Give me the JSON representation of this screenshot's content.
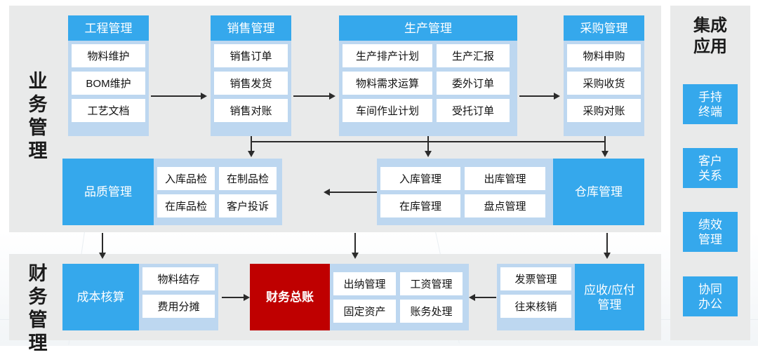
{
  "diagram": {
    "title_hidden": "",
    "colors": {
      "primary_blue": "#35a8ec",
      "frame_blue": "#bdd7f0",
      "panel_gray": "#e9eaea",
      "accent_red": "#bf0000",
      "cell_white": "#ffffff",
      "text_dark": "#1b1b1b"
    }
  },
  "sections": {
    "business": {
      "label_chars": [
        "业",
        "务",
        "管",
        "理"
      ],
      "label": "业务管理"
    },
    "finance": {
      "label_chars": [
        "财",
        "务",
        "管",
        "理"
      ],
      "label": "财务管理"
    }
  },
  "modules": {
    "engineering": {
      "title": "工程管理",
      "items": [
        "物料维护",
        "BOM维护",
        "工艺文档"
      ]
    },
    "sales": {
      "title": "销售管理",
      "items": [
        "销售订单",
        "销售发货",
        "销售对账"
      ]
    },
    "production": {
      "title": "生产管理",
      "items": [
        "生产排产计划",
        "生产汇报",
        "物料需求运算",
        "委外订单",
        "车间作业计划",
        "受托订单"
      ]
    },
    "purchasing": {
      "title": "采购管理",
      "items": [
        "物料申购",
        "采购收货",
        "采购对账"
      ]
    },
    "quality": {
      "title": "品质管理",
      "items": [
        "入库品检",
        "在制品检",
        "在库品检",
        "客户投诉"
      ]
    },
    "warehouse": {
      "title": "仓库管理",
      "items": [
        "入库管理",
        "出库管理",
        "在库管理",
        "盘点管理"
      ]
    },
    "cost": {
      "title": "成本核算",
      "items": [
        "物料结存",
        "费用分摊"
      ]
    },
    "ledger": {
      "title": "财务总账",
      "items": [
        "出纳管理",
        "工资管理",
        "固定资产",
        "账务处理"
      ]
    },
    "receivable": {
      "title_lines": [
        "应收/应付",
        "管理"
      ],
      "title": "应收/应付管理",
      "items": [
        "发票管理",
        "往来核销"
      ]
    }
  },
  "integrated_apps": {
    "title_lines": [
      "集成",
      "应用"
    ],
    "title": "集成应用",
    "buttons": [
      {
        "lines": [
          "手持",
          "终端"
        ],
        "label": "手持终端"
      },
      {
        "lines": [
          "客户",
          "关系"
        ],
        "label": "客户关系"
      },
      {
        "lines": [
          "绩效",
          "管理"
        ],
        "label": "绩效管理"
      },
      {
        "lines": [
          "协同",
          "办公"
        ],
        "label": "协同办公"
      }
    ]
  },
  "connectors": [
    {
      "name": "engineering-to-sales",
      "dir": "right"
    },
    {
      "name": "sales-to-production",
      "dir": "right"
    },
    {
      "name": "production-to-purchasing",
      "dir": "right"
    },
    {
      "name": "sales-down-to-quality",
      "dir": "down"
    },
    {
      "name": "production-down-to-warehouse",
      "dir": "down"
    },
    {
      "name": "purchasing-down-to-warehouse",
      "dir": "down"
    },
    {
      "name": "warehouse-to-quality",
      "dir": "left"
    },
    {
      "name": "quality-down-to-cost",
      "dir": "down"
    },
    {
      "name": "warehouse-down-to-ledger",
      "dir": "down"
    },
    {
      "name": "purchasing-down-to-receivable",
      "dir": "down"
    },
    {
      "name": "cost-to-ledger",
      "dir": "right"
    },
    {
      "name": "receivable-to-ledger",
      "dir": "left"
    }
  ]
}
